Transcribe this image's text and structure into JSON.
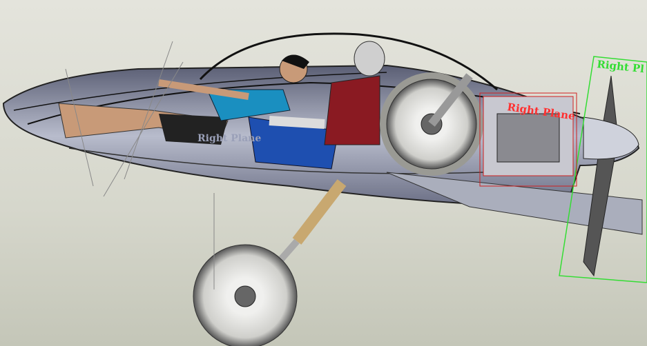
{
  "viewport": {
    "planes": [
      {
        "label": "Right Plane",
        "color": "#ff3030"
      },
      {
        "label": "Right Pl",
        "color": "#33dd33"
      },
      {
        "label": "Right Plane",
        "color": "#9aa0b8"
      }
    ]
  },
  "colors": {
    "background": "#dcddd3",
    "fuselage": "#8a8ea4",
    "pilot_shirt": "#1a8fc0",
    "pilot_shorts": "#1e4fb0",
    "passenger_vest": "#8a1a22",
    "strut": "#c8a870"
  }
}
